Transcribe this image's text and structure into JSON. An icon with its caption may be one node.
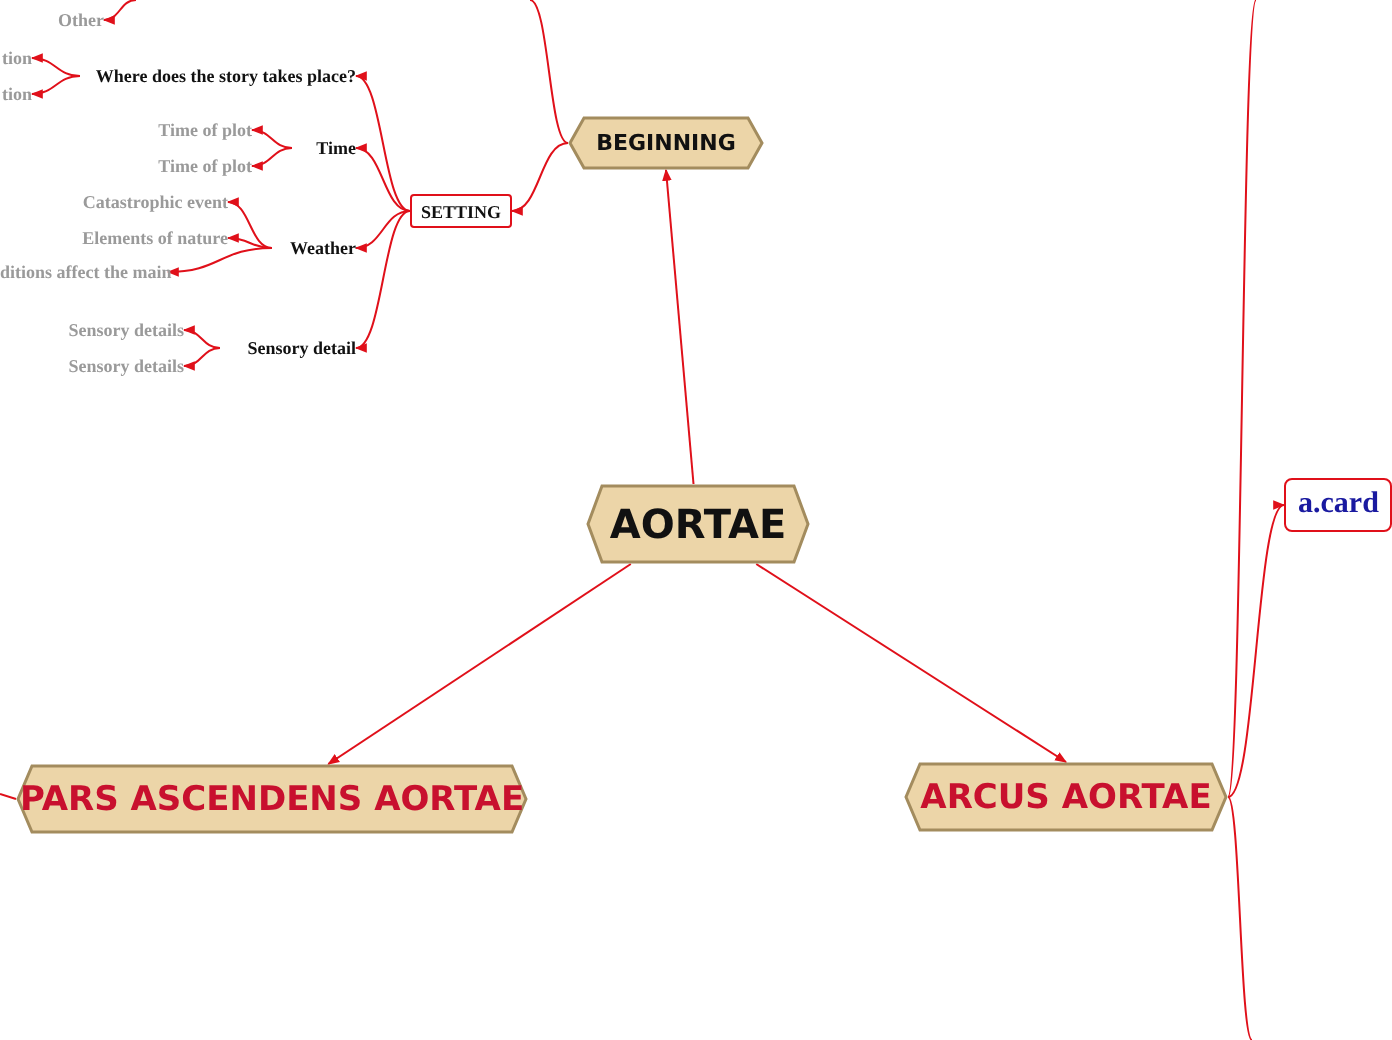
{
  "diagram": {
    "nodes": [
      {
        "text": [
          "AORTAE"
        ]
      },
      {
        "text": [
          "BEGINNING"
        ]
      },
      {
        "text": [
          "PARS ASCENDENS AORTAE"
        ]
      },
      {
        "text": [
          "ARCUS AORTAE"
        ]
      },
      {
        "text": [
          "SETTING"
        ]
      },
      {
        "text": [
          "Where does the story takes place?"
        ]
      },
      {
        "text": [
          "Time"
        ]
      },
      {
        "text": [
          "Weather"
        ]
      },
      {
        "text": [
          "Sensory detail"
        ]
      },
      {
        "text": [
          "Other"
        ]
      },
      {
        "text": [
          "tion"
        ]
      },
      {
        "text": [
          "tion"
        ]
      },
      {
        "text": [
          "Time of plot"
        ]
      },
      {
        "text": [
          "Time of plot"
        ]
      },
      {
        "text": [
          "Catastrophic event"
        ]
      },
      {
        "text": [
          "Elements of nature"
        ]
      },
      {
        "text": [
          "ditions affect the main"
        ]
      },
      {
        "text": [
          "Sensory details"
        ]
      },
      {
        "text": [
          "Sensory details"
        ]
      },
      {
        "text": [
          "a.card"
        ]
      }
    ],
    "edges": [
      {
        "from": 0,
        "to": 1,
        "arrow": "to"
      },
      {
        "from": 0,
        "to": 2,
        "arrow": "to"
      },
      {
        "from": 0,
        "to": 3,
        "arrow": "to"
      },
      {
        "from": 1,
        "to": 4,
        "arrow": "to"
      },
      {
        "from": 4,
        "to": 5,
        "arrow": "to"
      },
      {
        "from": 4,
        "to": 6,
        "arrow": "to"
      },
      {
        "from": 4,
        "to": 7,
        "arrow": "to"
      },
      {
        "from": 4,
        "to": 8,
        "arrow": "to"
      },
      {
        "from": 5,
        "to": 10,
        "arrow": "to"
      },
      {
        "from": 5,
        "to": 11,
        "arrow": "to"
      },
      {
        "from": 6,
        "to": 12,
        "arrow": "to"
      },
      {
        "from": 6,
        "to": 13,
        "arrow": "to"
      },
      {
        "from": 7,
        "to": 14,
        "arrow": "to"
      },
      {
        "from": 7,
        "to": 15,
        "arrow": "to"
      },
      {
        "from": 7,
        "to": 16,
        "arrow": "to"
      },
      {
        "from": 8,
        "to": 17,
        "arrow": "to"
      },
      {
        "from": 8,
        "to": 18,
        "arrow": "to"
      },
      {
        "from": 3,
        "to": 19,
        "arrow": "to"
      },
      {
        "from": 1,
        "to": null,
        "arrow": "none"
      },
      {
        "from": null,
        "to": 9,
        "arrow": "to"
      },
      {
        "from": 3,
        "to": null,
        "arrow": "none"
      },
      {
        "from": 3,
        "to": null,
        "arrow": "none"
      },
      {
        "from": 2,
        "to": null,
        "arrow": "none"
      }
    ]
  }
}
